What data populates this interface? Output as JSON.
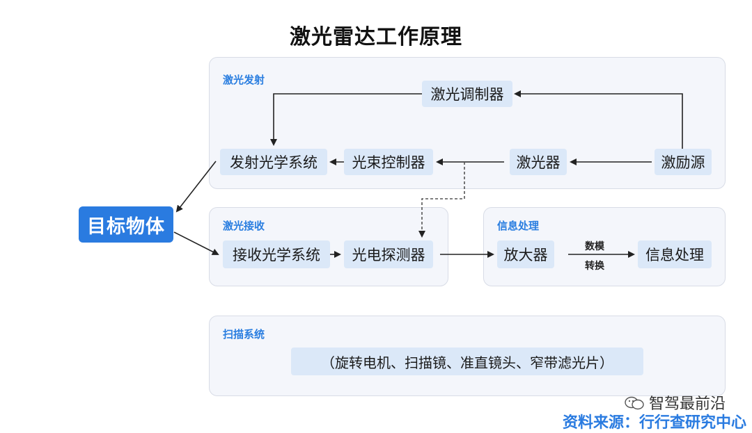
{
  "title": "激光雷达工作原理",
  "target": "目标物体",
  "panels": {
    "emit": {
      "label": "激光发射",
      "modulator": "激光调制器",
      "optics": "发射光学系统",
      "beam_ctrl": "光束控制器",
      "laser": "激光器",
      "exciter": "激励源"
    },
    "receive": {
      "label": "激光接收",
      "optics": "接收光学系统",
      "detector": "光电探测器"
    },
    "process": {
      "label": "信息处理",
      "amp": "放大器",
      "conv_top": "数模",
      "conv_bottom": "转换",
      "info": "信息处理"
    },
    "scan": {
      "label": "扫描系统",
      "items": "（旋转电机、扫描镜、准直镜头、窄带滤光片）"
    }
  },
  "watermark": "智驾最前沿",
  "source": "资料来源：行行查研究中心",
  "colors": {
    "accent": "#2a7be0",
    "node_bg": "#dbe8f8",
    "panel_bg": "#f4f6fb"
  }
}
